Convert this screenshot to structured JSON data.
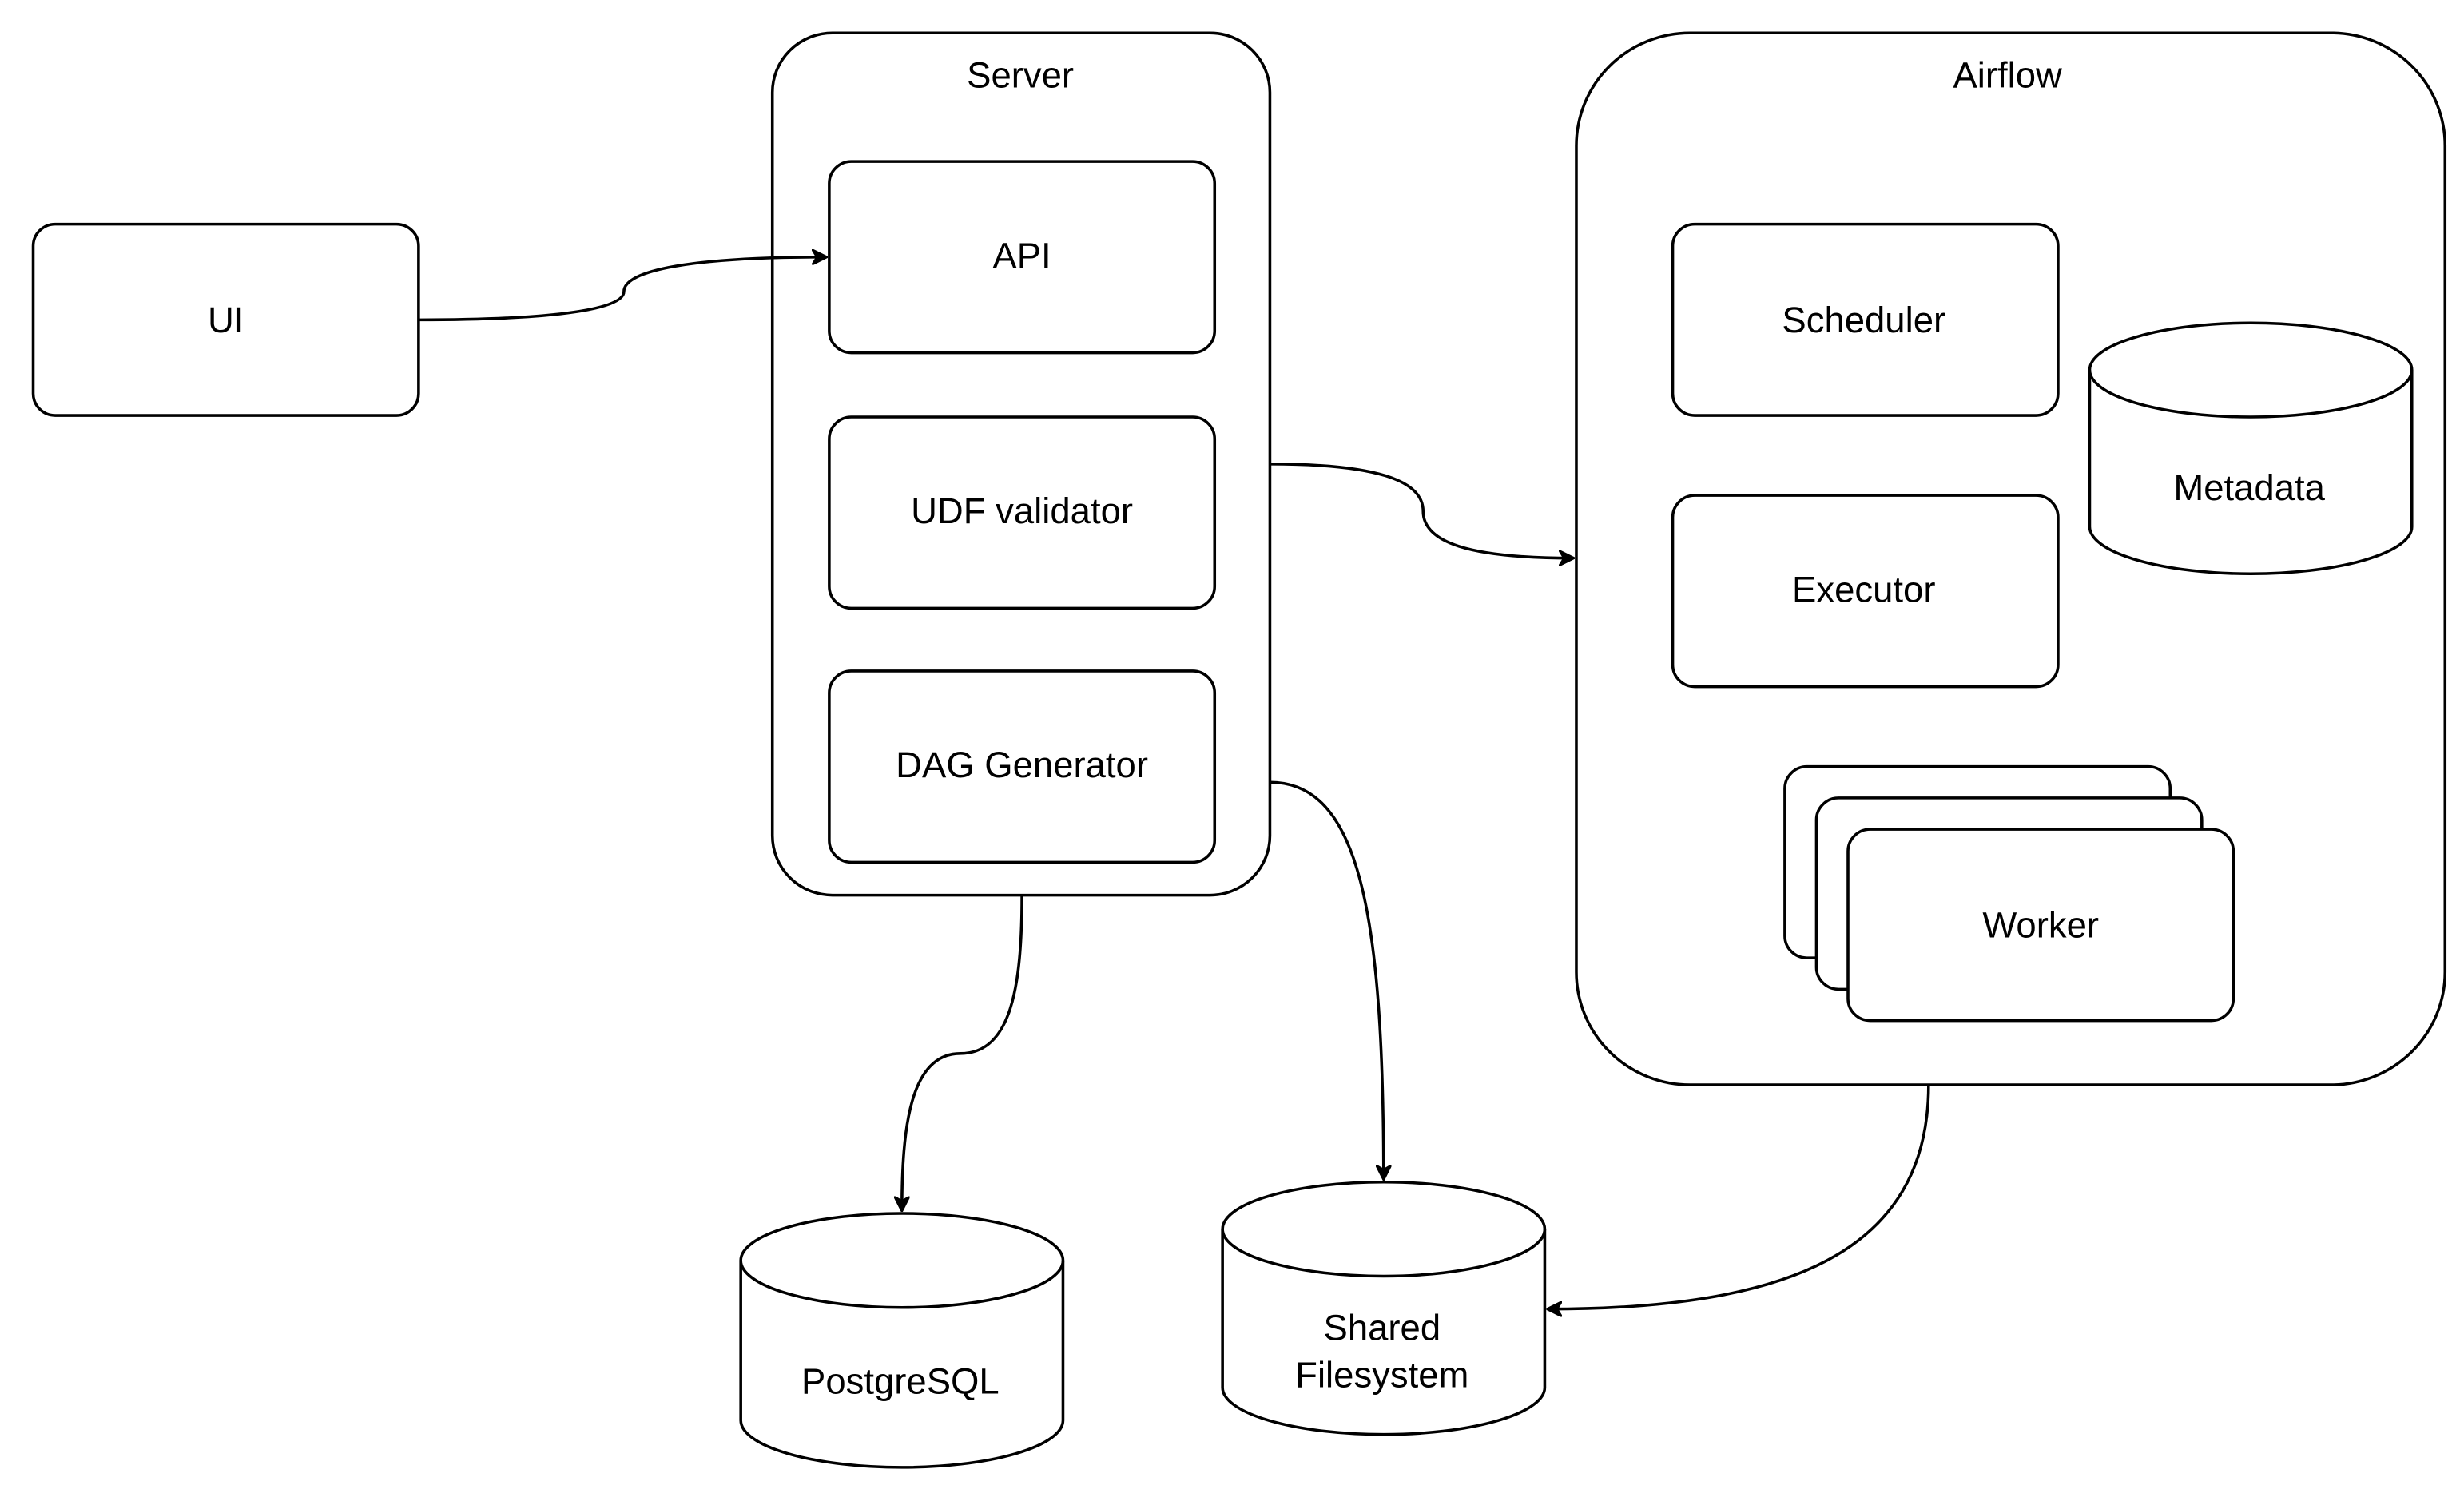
{
  "ui": {
    "label": "UI"
  },
  "server": {
    "title": "Server",
    "api": "API",
    "udf_validator": "UDF validator",
    "dag_generator": "DAG Generator"
  },
  "airflow": {
    "title": "Airflow",
    "scheduler": "Scheduler",
    "executor": "Executor",
    "metadata": "Metadata",
    "worker": "Worker"
  },
  "storage": {
    "postgresql": "PostgreSQL",
    "shared_filesystem_line1": "Shared",
    "shared_filesystem_line2": "Filesystem"
  }
}
